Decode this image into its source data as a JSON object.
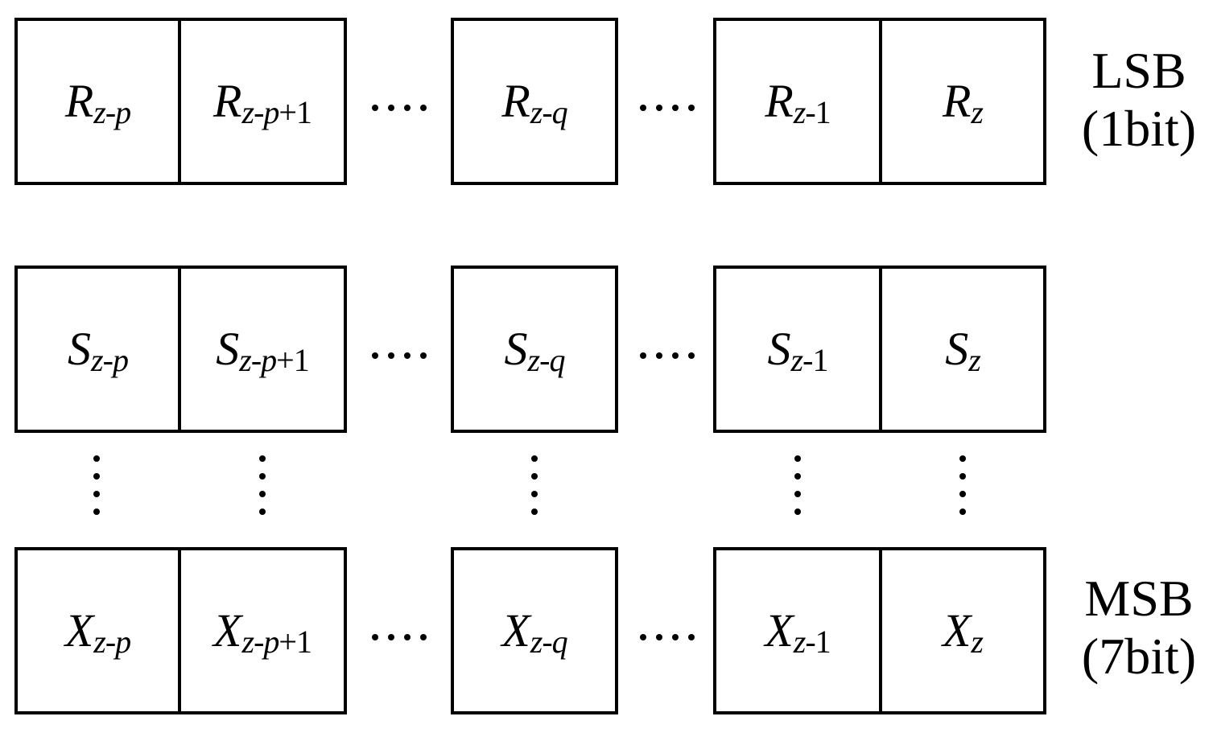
{
  "rows": [
    {
      "letter": "R",
      "subs": [
        "z-p",
        "z-p+1",
        "z-q",
        "z-1",
        "z"
      ]
    },
    {
      "letter": "S",
      "subs": [
        "z-p",
        "z-p+1",
        "z-q",
        "z-1",
        "z"
      ]
    },
    {
      "letter": "X",
      "subs": [
        "z-p",
        "z-p+1",
        "z-q",
        "z-1",
        "z"
      ]
    }
  ],
  "labels": {
    "lsb": {
      "title": "LSB",
      "bits": "(1bit)"
    },
    "msb": {
      "title": "MSB",
      "bits": "(7bit)"
    }
  },
  "colors": {
    "stroke": "#000000",
    "background": "#ffffff"
  }
}
